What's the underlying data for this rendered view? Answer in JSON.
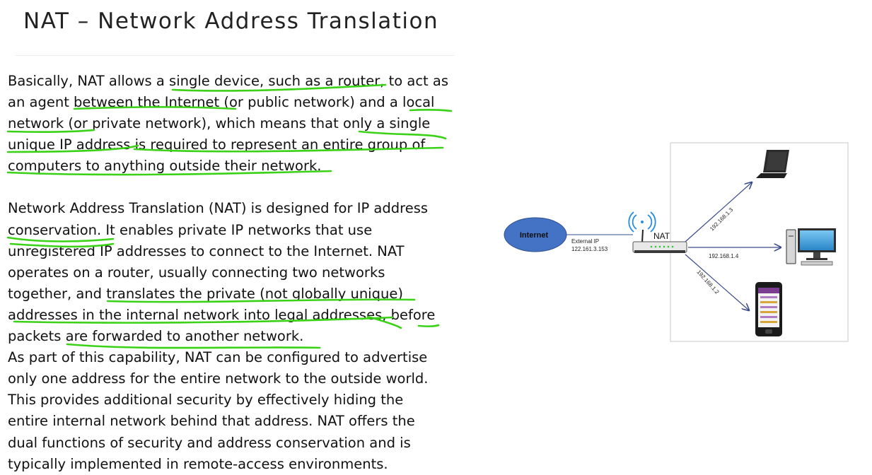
{
  "slide": {
    "title": "NAT – Network Address Translation"
  },
  "body_lines": [
    "Basically, NAT allows a single device, such as a router, to act as",
    "an agent between the Internet (or public network) and a local",
    "network (or private network), which means that only a single",
    "unique IP address is required to represent an entire group of",
    "computers to anything outside their network.",
    "Network Address Translation (NAT) is designed for IP address",
    "conservation. It enables private IP networks that use",
    "unregistered IP addresses to connect to the Internet. NAT",
    "operates on a router, usually connecting two networks",
    "together, and translates the private (not globally unique)",
    "addresses in the internal network into legal addresses, before",
    "packets are forwarded to another network.",
    "As part of this capability, NAT can be configured to advertise",
    "only one address for the entire network to the outside world.",
    "This provides additional security by effectively hiding the",
    "entire internal network behind that address. NAT offers the",
    "dual functions of security and address conservation and is",
    "typically implemented in remote-access environments."
  ],
  "diagram": {
    "internet_label": "Internet",
    "external_ip_label": "External IP",
    "external_ip_value": "122.161.3.153",
    "nat_label": "NAT",
    "laptop_ip": "192.168.1.3",
    "desktop_ip": "192.168.1.4",
    "phone_ip": "192.168.1.2",
    "colors": {
      "internet_fill": "#4472c4",
      "arrow": "#3a4a8a",
      "highlight_ink": "#3ad116"
    }
  }
}
